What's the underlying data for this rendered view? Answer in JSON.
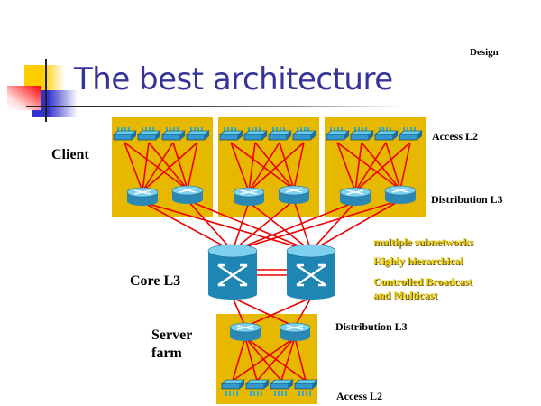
{
  "slide": {
    "title": "The best architecture",
    "section": "Design"
  },
  "labels": {
    "client": "Client",
    "core": "Core L3",
    "server_farm_line1": "Server",
    "server_farm_line2": "farm",
    "client_access": "Access L2",
    "client_distribution": "Distribution L3",
    "server_distribution": "Distribution L3",
    "server_access": "Access L2"
  },
  "features": [
    "multiple subnetworks",
    "Highly hierarchical",
    "Controlled Broadcast",
    "and Multicast"
  ],
  "colors": {
    "title": "#333399",
    "panel": "#e6b800",
    "link": "#ee0000",
    "device": "#3399cc",
    "feature_text": "#e8c800"
  },
  "topology": {
    "client_blocks": 3,
    "access_switches_per_client_block": 4,
    "distribution_routers_per_client_block": 2,
    "core_switches": 2,
    "server_distribution_routers": 2,
    "server_access_switches": 4
  }
}
